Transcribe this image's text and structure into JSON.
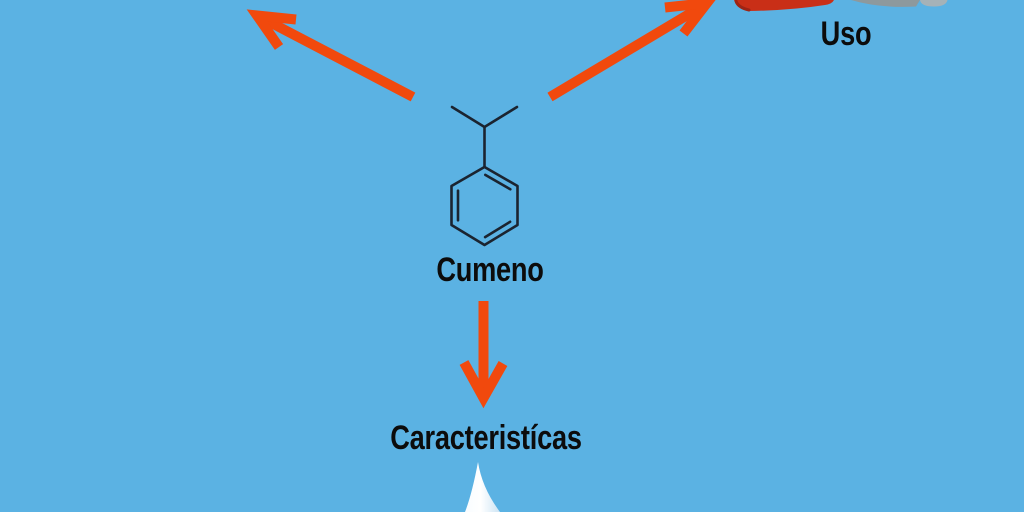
{
  "diagram": {
    "center_node": {
      "label": "Cumeno"
    },
    "branches": {
      "uso": {
        "label": "Uso"
      },
      "caracteristicas": {
        "label": "Caracteristícas"
      }
    }
  },
  "icons": {
    "cumene_structure": "benzene-ring-with-isopropyl-group",
    "red_object": "fuel-can-icon (partially visible at top edge)",
    "gray_object": "airplane-icon (partially visible at top edge)",
    "drop": "water-drop-tip-icon (partially visible at bottom edge)"
  },
  "colors": {
    "background": "#5BB2E3",
    "arrow": "#F1490D",
    "text": "#0C0C0C",
    "structure": "#1B2430",
    "can_red": "#C92F17",
    "can_red_dark": "#9E2414",
    "plane_gray": "#8D999D",
    "plane_gray_light": "#A5B2B8",
    "drop_white": "#F8FCFF",
    "drop_blue": "#CDE4F4"
  }
}
